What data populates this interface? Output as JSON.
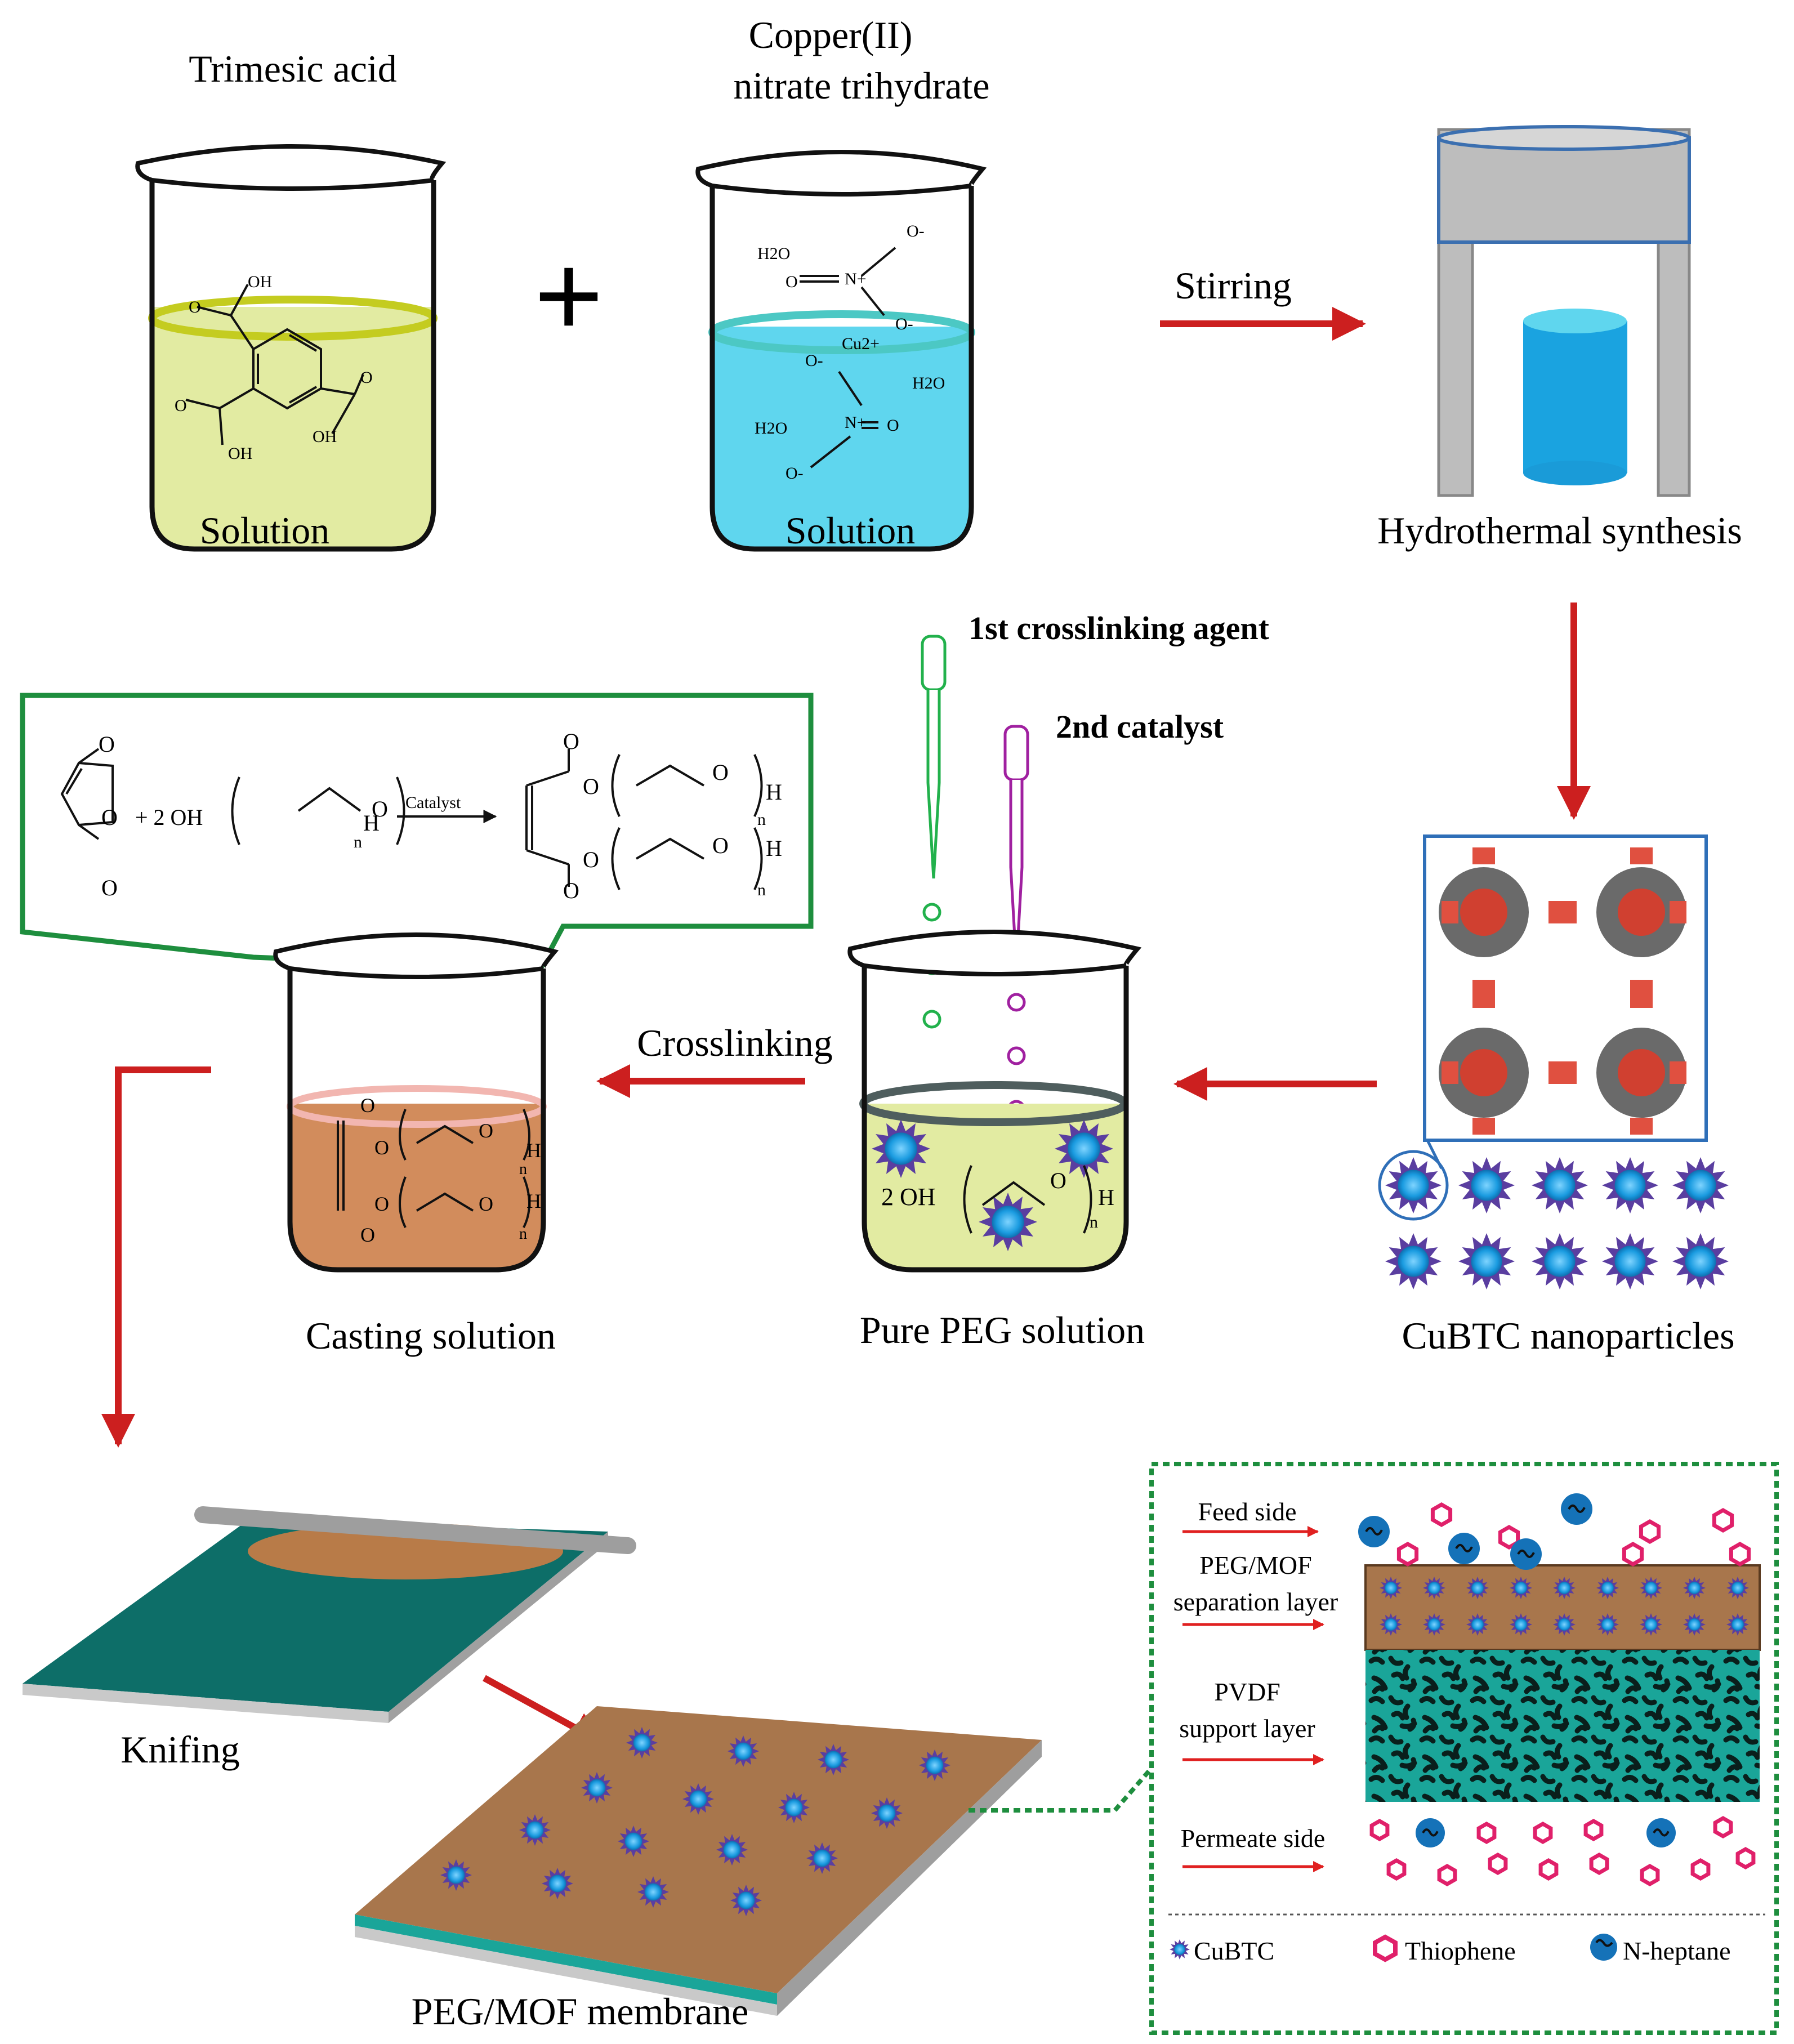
{
  "labels": {
    "trimesic_acid": "Trimesic acid",
    "copper_line1": "Copper(II)",
    "copper_line2": "nitrate trihydrate",
    "solution_left": "Solution",
    "solution_middle": "Solution",
    "stirring": "Stirring",
    "hydrothermal": "Hydrothermal synthesis",
    "first_agent": "1st   crosslinking agent",
    "second_agent": "2nd   catalyst",
    "crosslinking": "Crosslinking",
    "casting_solution": "Casting solution",
    "pure_peg": "Pure PEG solution",
    "cubtc_nanoparticles": "CuBTC nanoparticles",
    "knifing": "Knifing",
    "membrane": "PEG/MOF membrane"
  },
  "chem": {
    "oh": "OH",
    "o": "O",
    "h2o": "H2O",
    "n_plus": "N+",
    "cu2": "Cu2+",
    "o_minus": "O-",
    "h": "H",
    "n": "n",
    "plus_2oh": "+ 2 OH",
    "catalyst": "Catalyst",
    "two_oh": "2 OH"
  },
  "detail": {
    "feed_side": "Feed side",
    "sep_layer_1": "PEG/MOF",
    "sep_layer_2": "separation layer",
    "support_1": "PVDF",
    "support_2": "support layer",
    "permeate_side": "Permeate side",
    "legend": {
      "cubtc": "CuBTC",
      "thiophene": "Thiophene",
      "nheptane": "N-heptane"
    }
  },
  "colors": {
    "arrow_red": "#cc1f1f",
    "yellow_solution": "#e2eba2",
    "blue_solution": "#5fd6ee",
    "brown_solution": "#d28c5c",
    "membrane_brown": "#a8764c",
    "pvdf_teal": "#1aa599",
    "green_frame": "#1e8e3e",
    "particle_blue": "#1a9be0",
    "particle_purple": "#5a3ea0",
    "thiophene_pink": "#e0206a"
  }
}
